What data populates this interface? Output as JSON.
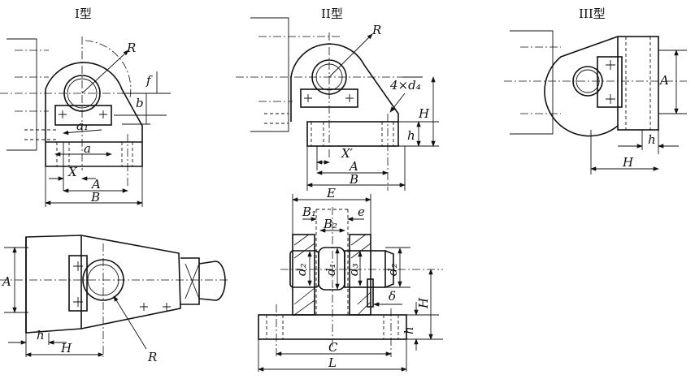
{
  "titles": {
    "type1": "I型",
    "type2": "II型",
    "type3": "III型"
  },
  "type1": {
    "R": "R",
    "f": "f",
    "b": "b",
    "a1": "a₁",
    "a": "a",
    "X": "X",
    "A": "A",
    "B": "B"
  },
  "type2": {
    "R": "R",
    "holes": "4×d₄",
    "H": "H",
    "h": "h",
    "Xp": "X′",
    "A": "A",
    "B": "B"
  },
  "type3": {
    "A": "A",
    "h": "h",
    "H": "H"
  },
  "plan": {
    "A": "A",
    "h": "h",
    "H": "H",
    "R": "R"
  },
  "section": {
    "E": "E",
    "B1": "B₁",
    "e": "e",
    "B2": "B₂",
    "d2_left": "d₂",
    "d1": "d₁",
    "d3": "d₃",
    "d2_right": "d₂",
    "H": "H",
    "delta": "δ",
    "h": "h",
    "C": "C",
    "L": "L"
  }
}
